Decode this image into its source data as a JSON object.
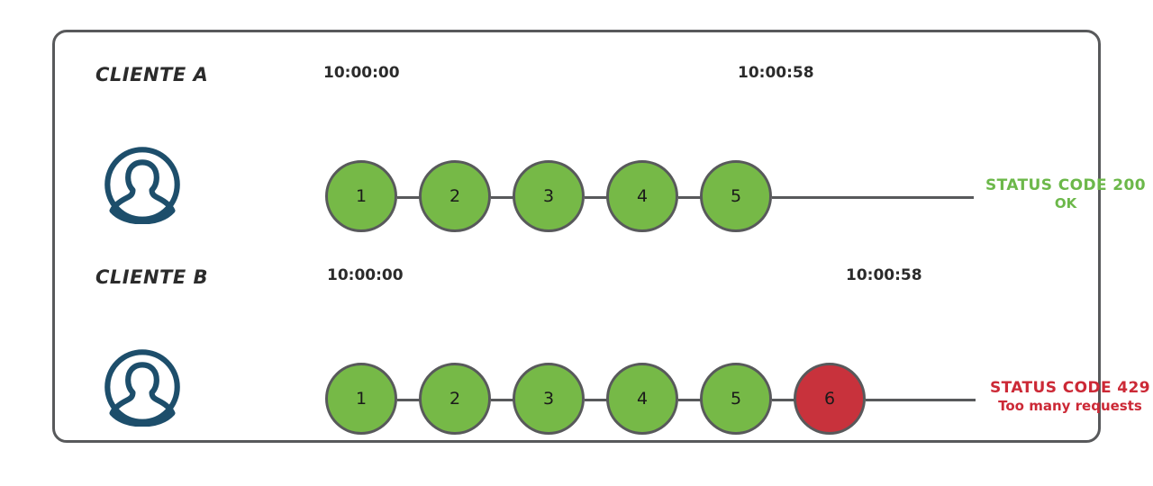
{
  "diagram": {
    "title_present": false,
    "colors": {
      "panel_border": "#58595b",
      "node_ok": "#76b947",
      "node_fail": "#c8323c",
      "node_border": "#58595b",
      "avatar": "#1d4e6b",
      "status_ok": "#6cb84a",
      "status_fail": "#cc2936",
      "text": "#2b2b2b"
    },
    "rows": [
      {
        "id": "cliente-a",
        "label": "CLIENTE A",
        "avatar_icon": "user-avatar-icon",
        "start_time": "10:00:00",
        "end_time": "10:00:58",
        "nodes": [
          {
            "label": "1",
            "state": "ok"
          },
          {
            "label": "2",
            "state": "ok"
          },
          {
            "label": "3",
            "state": "ok"
          },
          {
            "label": "4",
            "state": "ok"
          },
          {
            "label": "5",
            "state": "ok"
          }
        ],
        "status": {
          "state": "ok",
          "code": "STATUS CODE 200",
          "message": "OK"
        }
      },
      {
        "id": "cliente-b",
        "label": "CLIENTE B",
        "avatar_icon": "user-avatar-icon",
        "start_time": "10:00:00",
        "end_time": "10:00:58",
        "nodes": [
          {
            "label": "1",
            "state": "ok"
          },
          {
            "label": "2",
            "state": "ok"
          },
          {
            "label": "3",
            "state": "ok"
          },
          {
            "label": "4",
            "state": "ok"
          },
          {
            "label": "5",
            "state": "ok"
          },
          {
            "label": "6",
            "state": "fail"
          }
        ],
        "status": {
          "state": "fail",
          "code": "STATUS CODE 429",
          "message": "Too many requests"
        }
      }
    ]
  }
}
